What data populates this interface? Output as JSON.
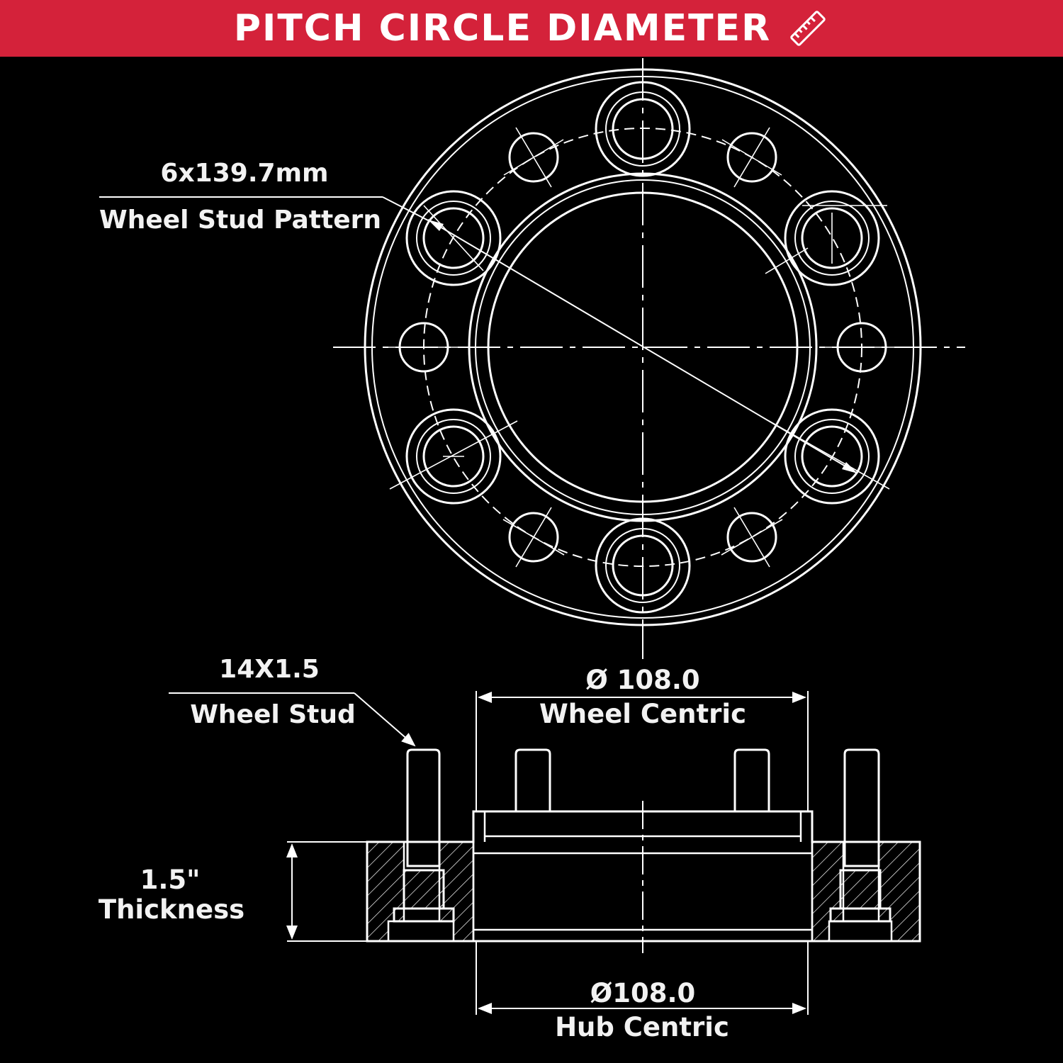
{
  "header": {
    "title": "PITCH CIRCLE DIAMETER",
    "icon": "ruler-icon",
    "background_color": "#d4223a"
  },
  "front_view": {
    "stud_pattern_value": "6x139.7mm",
    "stud_pattern_label": "Wheel Stud Pattern"
  },
  "side_view": {
    "stud_value": "14X1.5",
    "stud_label": "Wheel Stud",
    "wheel_centric_value": "Ø 108.0",
    "wheel_centric_label": "Wheel Centric",
    "thickness_value": "1.5\"",
    "thickness_label": "Thickness",
    "hub_centric_value": "Ø108.0",
    "hub_centric_label": "Hub Centric"
  },
  "colors": {
    "background": "#000000",
    "line": "#ffffff",
    "text": "#f2f2f2"
  }
}
